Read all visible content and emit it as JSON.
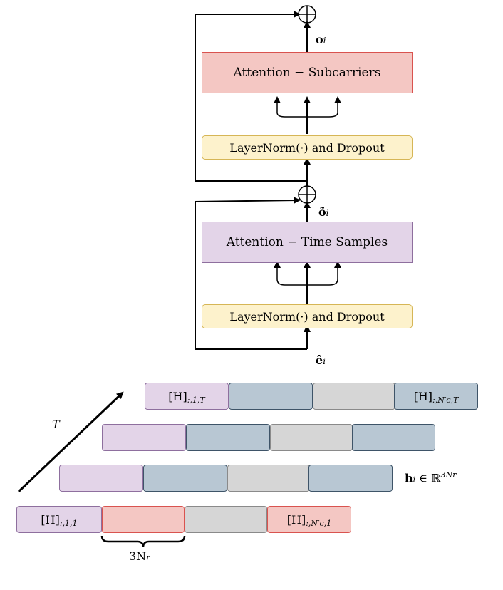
{
  "upper_block": {
    "attention_label": "Attention − Subcarriers",
    "norm_label": "LayerNorm(·) and Dropout",
    "output_label": "o",
    "output_sub": "i"
  },
  "lower_block": {
    "attention_label": "Attention − Time Samples",
    "norm_label": "LayerNorm(·) and Dropout",
    "output_label": "õ",
    "output_sub": "i",
    "input_label": "ê",
    "input_sub": "i"
  },
  "stack": {
    "time_axis_label": "T",
    "top_first_label": "[H]",
    "top_first_sub": ":,1,T",
    "top_last_label": "[H]",
    "top_last_sub": ":,N′c,T",
    "bottom_first_label": "[H]",
    "bottom_first_sub": ":,1,1",
    "bottom_last_label": "[H]",
    "bottom_last_sub": ":,N′c,1",
    "vector_label": "h",
    "vector_sub": "i",
    "vector_set": "∈ ℝ",
    "vector_sup": "3Nr",
    "brace_label": "3N",
    "brace_sub": "r"
  },
  "colors": {
    "subcarrier_attention": "#f4c7c3",
    "time_attention": "#e3d4e8",
    "norm": "#fdf2cc",
    "blue_segment": "#b8c7d3",
    "gray_segment": "#d6d6d6"
  }
}
